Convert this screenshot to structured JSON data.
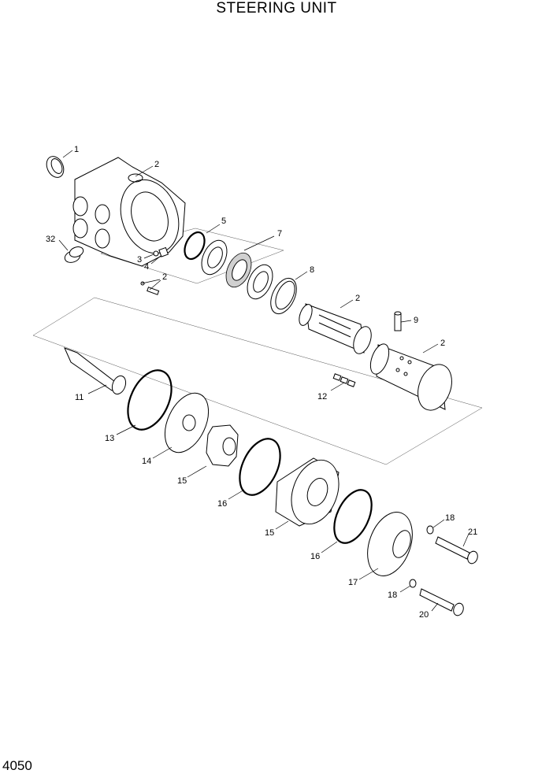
{
  "title": "STEERING UNIT",
  "page_number": "4050",
  "callouts": {
    "c1": "1",
    "c2a": "2",
    "c32": "32",
    "c3": "3",
    "c4": "4",
    "c2b": "2",
    "c5": "5",
    "c7": "7",
    "c8": "8",
    "c2c": "2",
    "c9": "9",
    "c2d": "2",
    "c12": "12",
    "c11": "11",
    "c13": "13",
    "c14": "14",
    "c15a": "15",
    "c16a": "16",
    "c15b": "15",
    "c16b": "16",
    "c17": "17",
    "c18a": "18",
    "c21": "21",
    "c18b": "18",
    "c20": "20"
  }
}
